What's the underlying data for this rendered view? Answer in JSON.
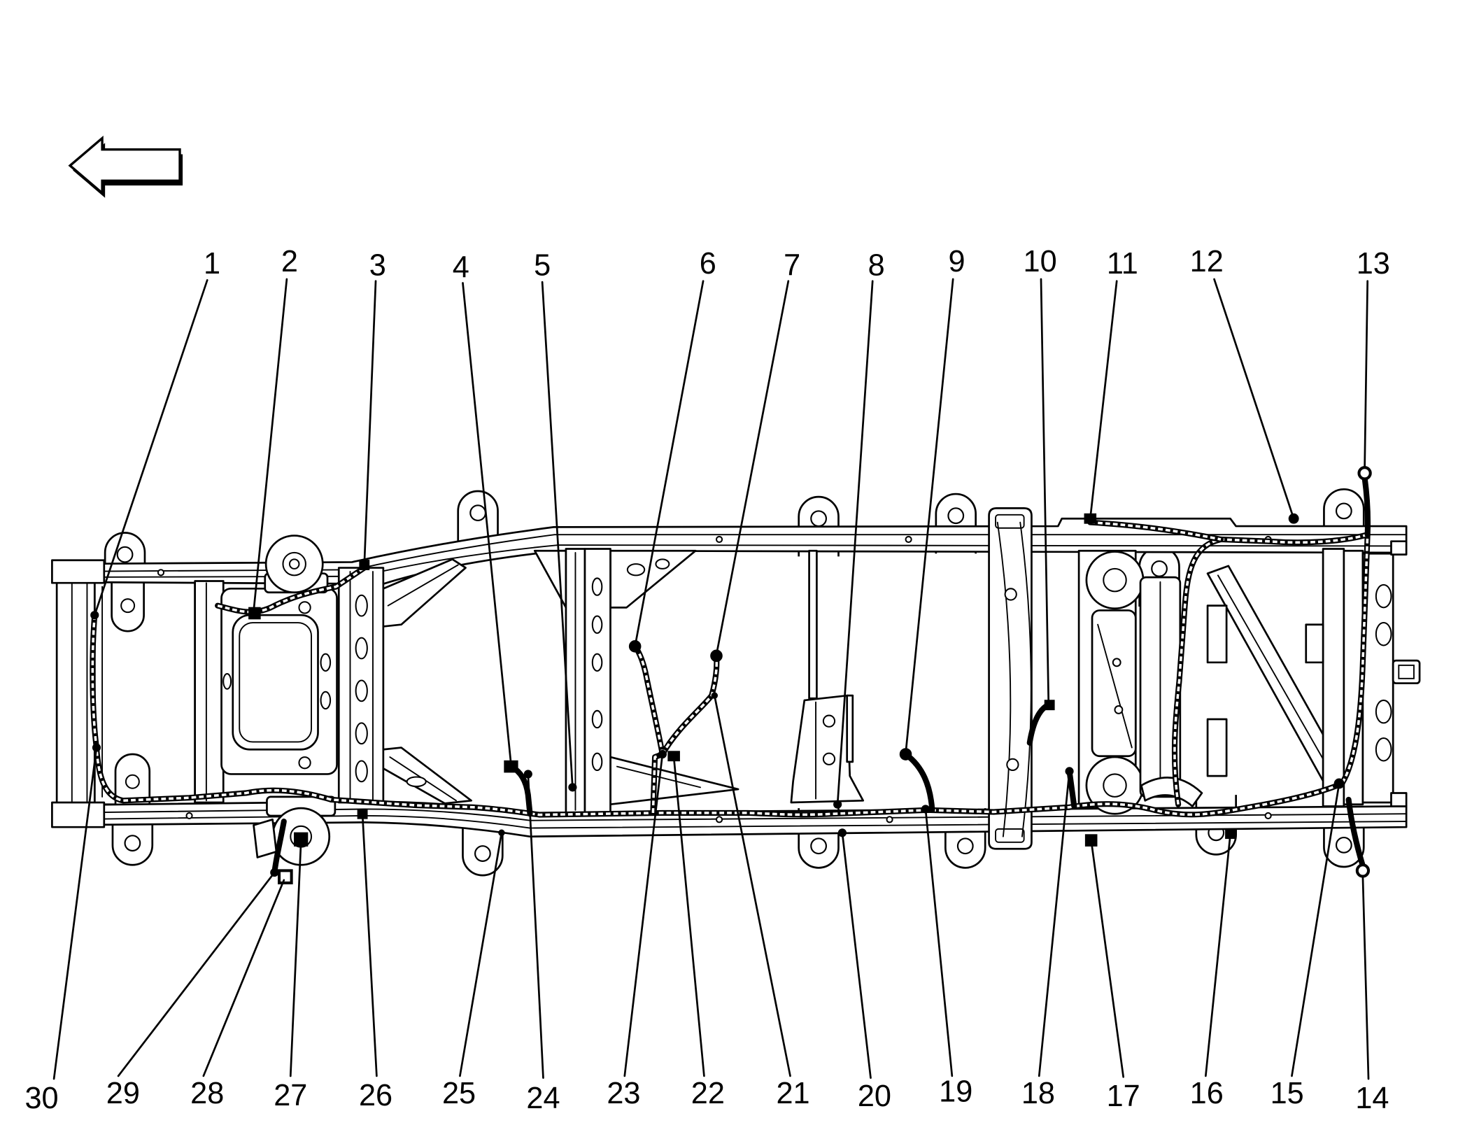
{
  "callouts": [
    "1",
    "2",
    "3",
    "4",
    "5",
    "6",
    "7",
    "8",
    "9",
    "10",
    "11",
    "12",
    "13",
    "14",
    "15",
    "16",
    "17",
    "18",
    "19",
    "20",
    "21",
    "22",
    "23",
    "24",
    "25",
    "26",
    "27",
    "28",
    "29",
    "30"
  ],
  "icons": {
    "direction_arrow": "arrow-left-icon",
    "connector": "connector-icon"
  },
  "colors": {
    "line": "#000000",
    "background": "#ffffff"
  }
}
